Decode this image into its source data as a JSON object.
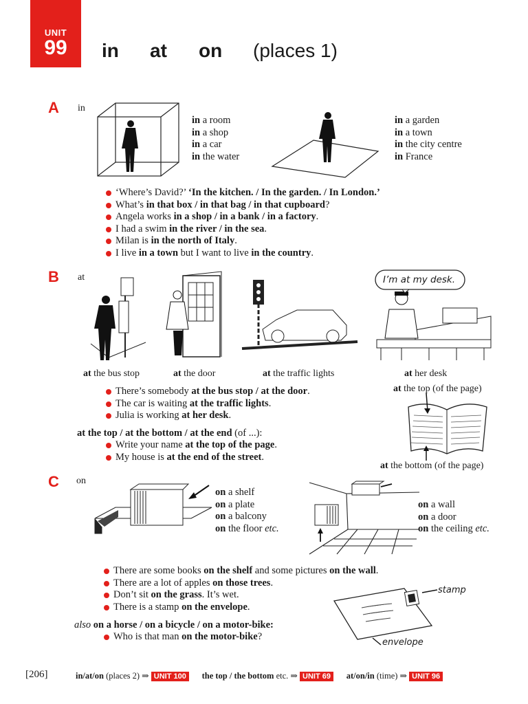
{
  "header": {
    "unit_label": "UNIT",
    "unit_number": "99",
    "title_words": [
      "in",
      "at",
      "on"
    ],
    "title_tail": "(places 1)"
  },
  "sectionA": {
    "letter": "A",
    "label": "in",
    "list1": [
      "a room",
      "a shop",
      "a car",
      "the water"
    ],
    "list2": [
      "a garden",
      "a town",
      "the city centre",
      "France"
    ],
    "prep": "in",
    "sentences": [
      [
        "‘Where’s David?’  ",
        "‘In the kitchen. / In the garden. / In London.’",
        ""
      ],
      [
        "What’s ",
        "in that box / in that bag / in that cupboard",
        "?"
      ],
      [
        "Angela works ",
        "in a shop / in a bank / in a factory",
        "."
      ],
      [
        "I had a swim ",
        "in the river / in the sea",
        "."
      ],
      [
        "Milan is ",
        "in the north of Italy",
        "."
      ],
      [
        "I live ",
        "in a town",
        " but I want to live ",
        "in the country",
        "."
      ]
    ]
  },
  "sectionB": {
    "letter": "B",
    "label": "at",
    "speech": "I’m at my desk.",
    "captions": [
      [
        "at",
        " the bus stop"
      ],
      [
        "at",
        " the door"
      ],
      [
        "at",
        " the traffic lights"
      ],
      [
        "at",
        " her desk"
      ]
    ],
    "sentences": [
      [
        "There’s somebody ",
        "at the bus stop / at the door",
        "."
      ],
      [
        "The car is waiting ",
        "at the traffic lights",
        "."
      ],
      [
        "Julia is working ",
        "at her desk",
        "."
      ]
    ],
    "subhead_bold": "at the top / at the bottom / at the end",
    "subhead_tail": " (of ...):",
    "sentences2": [
      [
        "Write your name ",
        "at the top of the page",
        "."
      ],
      [
        "My house is ",
        "at the end of the street",
        "."
      ]
    ],
    "book_top": [
      "at",
      " the top (of the page)"
    ],
    "book_bottom": [
      "at",
      " the bottom (of the page)"
    ]
  },
  "sectionC": {
    "letter": "C",
    "label": "on",
    "prep": "on",
    "list1": [
      "a shelf",
      "a plate",
      "a balcony",
      "the floor"
    ],
    "list1_etc": "etc.",
    "list2": [
      "a wall",
      "a door",
      "the ceiling"
    ],
    "list2_etc": "etc.",
    "sentences": [
      [
        "There are some books ",
        "on the shelf",
        " and some pictures ",
        "on the wall",
        "."
      ],
      [
        "There are a lot of apples ",
        "on those trees",
        "."
      ],
      [
        "Don’t sit ",
        "on the grass",
        ". It’s wet."
      ],
      [
        "There is a stamp ",
        "on the envelope",
        "."
      ]
    ],
    "also_word": "also",
    "also_bold": "on a horse / on a bicycle / on a motor-bike:",
    "also_sentence": [
      "Who is that man ",
      "on the motor-bike",
      "?"
    ],
    "stamp_label": "stamp",
    "envelope_label": "envelope"
  },
  "footer": {
    "page": "[206]",
    "refs": [
      {
        "bold": "in/at/on",
        "rest": " (places 2) ⇒",
        "unit": "UNIT 100"
      },
      {
        "bold": "the top / the bottom",
        "rest": " etc. ⇒",
        "unit": "UNIT 69"
      },
      {
        "bold": "at/on/in",
        "rest": " (time) ⇒",
        "unit": "UNIT 96"
      }
    ]
  },
  "colors": {
    "accent": "#e3201b"
  }
}
